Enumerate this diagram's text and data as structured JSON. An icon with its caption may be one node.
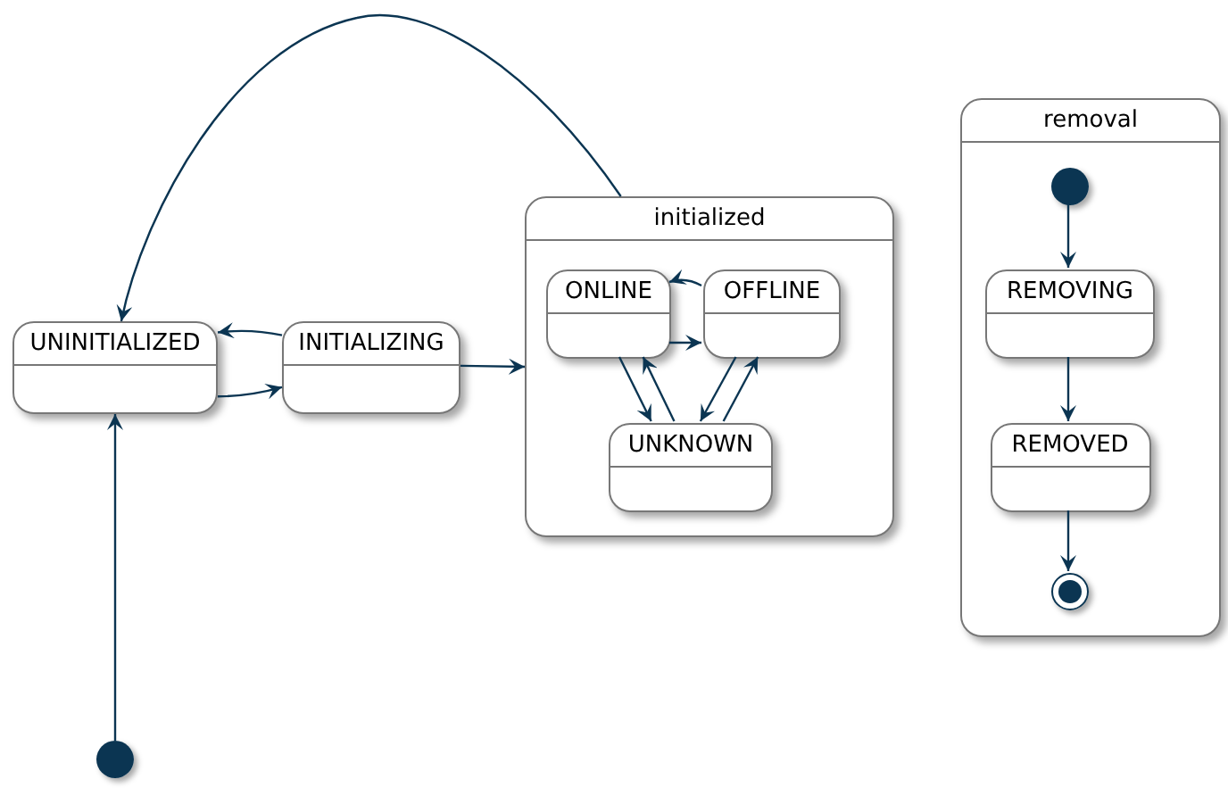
{
  "diagram": {
    "nodes": [
      {
        "text": [
          "UNINITIALIZED"
        ]
      },
      {
        "text": [
          "INITIALIZING"
        ]
      },
      {
        "text": [
          "initialized"
        ]
      },
      {
        "text": [
          "ONLINE"
        ],
        "in": 2
      },
      {
        "text": [
          "OFFLINE"
        ],
        "in": 2
      },
      {
        "text": [
          "UNKNOWN"
        ],
        "in": 2
      },
      {
        "text": [],
        "shape": "circle"
      },
      {
        "text": [
          "removal"
        ]
      },
      {
        "text": [],
        "shape": "circle",
        "in": 7
      },
      {
        "text": [
          "REMOVING"
        ],
        "in": 7
      },
      {
        "text": [
          "REMOVED"
        ],
        "in": 7
      },
      {
        "text": [],
        "shape": "bullseye",
        "in": 7
      }
    ],
    "edges": [
      {
        "from": 6,
        "to": 0,
        "arrow": "to"
      },
      {
        "from": 0,
        "to": 1,
        "arrow": "to"
      },
      {
        "from": 1,
        "to": 0,
        "arrow": "to"
      },
      {
        "from": 1,
        "to": 2,
        "arrow": "to"
      },
      {
        "from": 2,
        "to": 0,
        "arrow": "to"
      },
      {
        "from": 4,
        "to": 3,
        "arrow": "to"
      },
      {
        "from": 3,
        "to": 4,
        "arrow": "to"
      },
      {
        "from": 3,
        "to": 5,
        "arrow": "to"
      },
      {
        "from": 5,
        "to": 3,
        "arrow": "to"
      },
      {
        "from": 4,
        "to": 5,
        "arrow": "to"
      },
      {
        "from": 5,
        "to": 4,
        "arrow": "to"
      },
      {
        "from": 8,
        "to": 9,
        "arrow": "to"
      },
      {
        "from": 9,
        "to": 10,
        "arrow": "to"
      },
      {
        "from": 10,
        "to": 11,
        "arrow": "to"
      }
    ]
  }
}
